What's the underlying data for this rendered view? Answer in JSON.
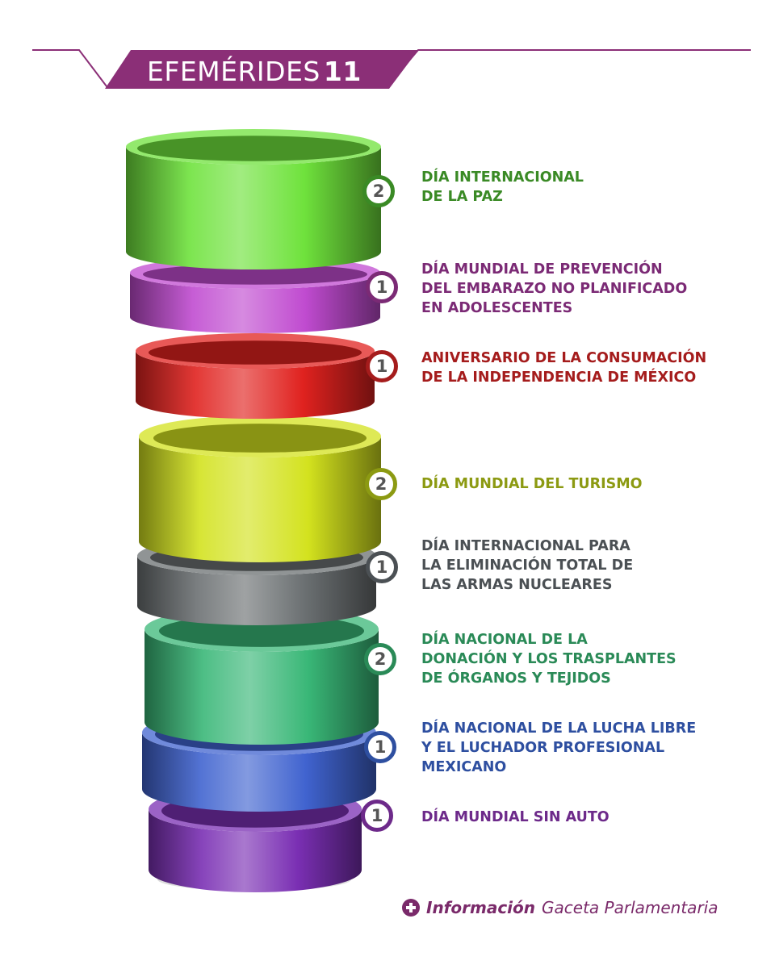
{
  "header": {
    "title": "EFEMÉRIDES",
    "number": "11",
    "accent_color": "#8b2f77"
  },
  "items": [
    {
      "count": "2",
      "text": "DÍA INTERNACIONAL\nDE LA PAZ",
      "color": "#3a8a25",
      "ring_color": "#6fe23c"
    },
    {
      "count": "1",
      "text": "DÍA MUNDIAL DE PREVENCIÓN\nDEL EMBARAZO NO PLANIFICADO\nEN ADOLESCENTES",
      "color": "#7b2a75",
      "ring_color": "#c04bd0"
    },
    {
      "count": "1",
      "text": "ANIVERSARIO DE LA CONSUMACIÓN\nDE LA INDEPENDENCIA DE MÉXICO",
      "color": "#a51c1c",
      "ring_color": "#e0221f"
    },
    {
      "count": "2",
      "text": "DÍA MUNDIAL DEL TURISMO",
      "color": "#8c9a12",
      "ring_color": "#d3e21e"
    },
    {
      "count": "1",
      "text": "DÍA INTERNACIONAL PARA\nLA ELIMINACIÓN TOTAL DE\nLAS ARMAS NUCLEARES",
      "color": "#4b5054",
      "ring_color": "#6b7072"
    },
    {
      "count": "2",
      "text": "DÍA NACIONAL DE LA\nDONACIÓN Y LOS TRASPLANTES\nDE ÓRGANOS Y TEJIDOS",
      "color": "#2a8a57",
      "ring_color": "#39b777"
    },
    {
      "count": "1",
      "text": "DÍA NACIONAL DE LA LUCHA LIBRE\nY EL LUCHADOR PROFESIONAL\nMEXICANO",
      "color": "#2e4fa0",
      "ring_color": "#4063cf"
    },
    {
      "count": "1",
      "text": "DÍA MUNDIAL SIN AUTO",
      "color": "#6d2a8a",
      "ring_color": "#7a2fb3"
    }
  ],
  "footer": {
    "info_label": "Información",
    "source": "Gaceta Parlamentaria"
  }
}
